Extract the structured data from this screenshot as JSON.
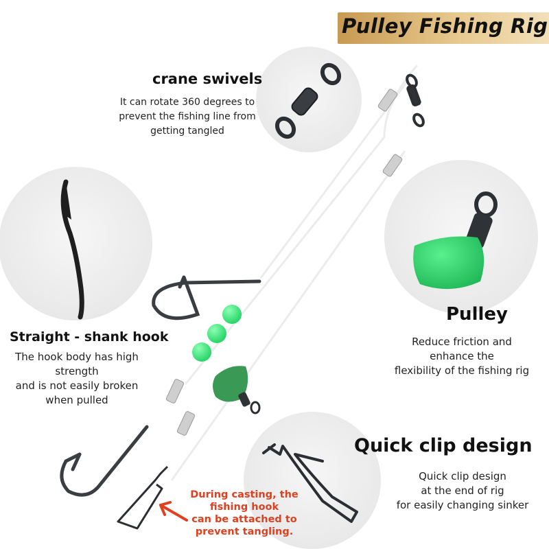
{
  "title": "Pulley Fishing Rig",
  "sections": {
    "swivel": {
      "heading": "crane swivels",
      "lines": [
        "It can rotate 360 degrees to",
        "prevent the fishing line from",
        "getting tangled"
      ]
    },
    "hook": {
      "heading": "Straight - shank hook",
      "lines": [
        "The hook body has high",
        "strength",
        "and is not easily broken",
        "when pulled"
      ]
    },
    "pulley": {
      "heading": "Pulley",
      "lines": [
        "Reduce friction and",
        "enhance the",
        "flexibility of the fishing rig"
      ]
    },
    "clip": {
      "heading": "Quick clip design",
      "lines": [
        "Quick clip design",
        "at the end of rig",
        "for easily changing sinker"
      ]
    }
  },
  "casting_note": {
    "lines": [
      "During casting, the",
      "fishing hook",
      "can be attached to",
      "prevent tangling."
    ]
  },
  "colors": {
    "title_banner": "#d8b070",
    "note_text": "#e0401f",
    "bead_green": "#3ee07a",
    "pulley_green": "#3a9a55",
    "hardware": "#2b2e33"
  }
}
